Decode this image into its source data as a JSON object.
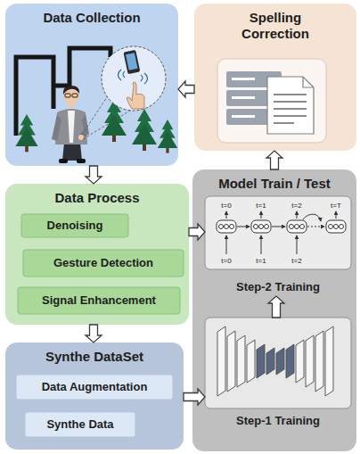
{
  "diagram": {
    "nodes": [
      {
        "text": [
          "Data Collection"
        ]
      },
      {
        "text": [
          "Spelling Correction"
        ]
      },
      {
        "text": [
          "Data Process"
        ]
      },
      {
        "text": [
          "Denoising"
        ],
        "in": 2
      },
      {
        "text": [
          "Gesture Detection"
        ],
        "in": 2
      },
      {
        "text": [
          "Signal Enhancement"
        ],
        "in": 2
      },
      {
        "text": [
          "Model Train / Test"
        ]
      },
      {
        "text": [
          "Step-2 Training"
        ],
        "in": 6
      },
      {
        "text": [
          "Step-1 Training"
        ],
        "in": 6
      },
      {
        "text": [
          "Synthe DataSet"
        ]
      },
      {
        "text": [
          "Data Augmentation"
        ],
        "in": 9
      },
      {
        "text": [
          "Synthe Data"
        ],
        "in": 9
      }
    ],
    "edges": [
      {
        "from": 0,
        "to": 2,
        "arrow": "to"
      },
      {
        "from": 2,
        "to": 9,
        "arrow": "to"
      },
      {
        "from": 2,
        "to": 7,
        "arrow": "to"
      },
      {
        "from": 9,
        "to": 8,
        "arrow": "to"
      },
      {
        "from": 8,
        "to": 7,
        "arrow": "to"
      },
      {
        "from": 6,
        "to": 1,
        "arrow": "to"
      },
      {
        "from": 1,
        "to": 0,
        "arrow": "to"
      }
    ],
    "labels": [
      "t=0",
      "t=1",
      "t=2",
      "t=T",
      "t=0",
      "t=1",
      "t=2"
    ]
  }
}
